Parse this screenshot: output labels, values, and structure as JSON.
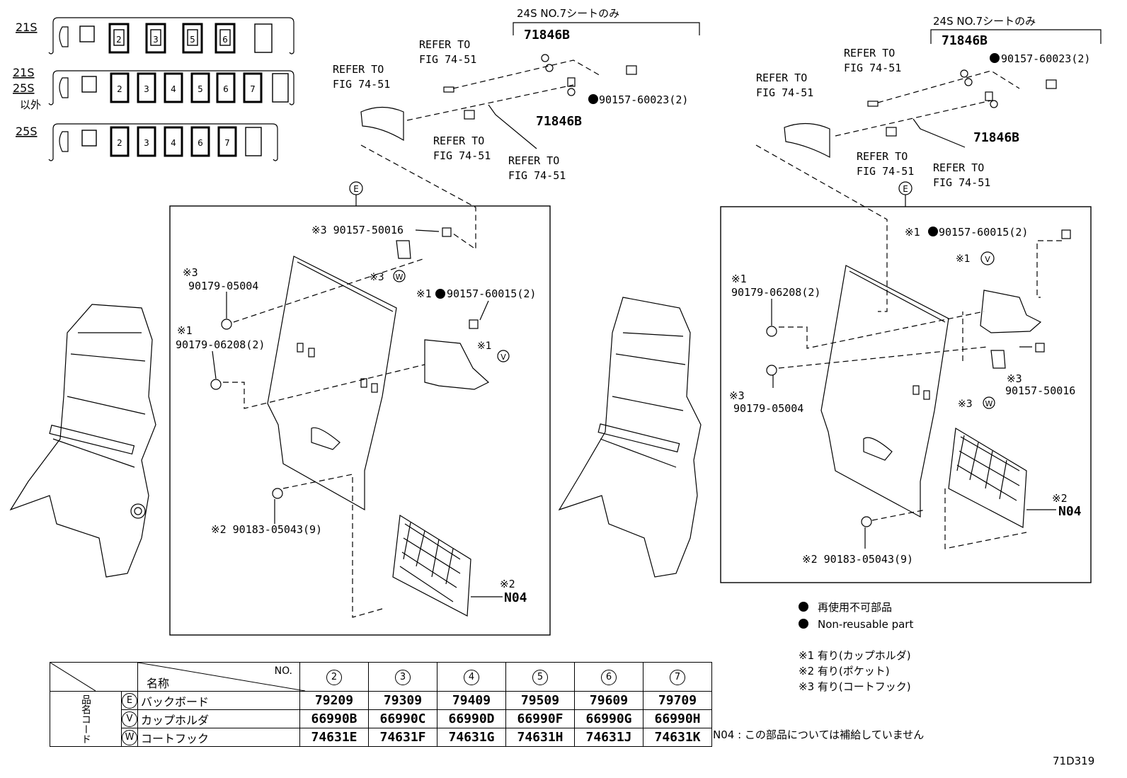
{
  "seat_configs": [
    {
      "label": "21S",
      "seats": [
        "2",
        "3",
        "5",
        "6"
      ]
    },
    {
      "label_line1": "21S",
      "label_line2": "25S",
      "label_line3": "以外",
      "seats": [
        "2",
        "3",
        "4",
        "5",
        "6",
        "7"
      ]
    },
    {
      "label": "25S",
      "seats": [
        "2",
        "3",
        "4",
        "6",
        "7"
      ]
    }
  ],
  "left": {
    "note_24s": "24S NO.7シートのみ",
    "part_71846b_top": "71846B",
    "part_71846b_mid": "71846B",
    "part_90157_60023": "90157-60023(2)",
    "refer_1_l1": "REFER TO",
    "refer_1_l2": "FIG 74-51",
    "refer_2_l1": "REFER TO",
    "refer_2_l2": "FIG 74-51",
    "refer_3_l1": "REFER TO",
    "refer_3_l2": "FIG 74-51",
    "refer_4_l1": "REFER TO",
    "refer_4_l2": "FIG 74-51",
    "label_e": "E",
    "p_90157_50016": "※3 90157-50016",
    "p_90179_05004_note": "※3",
    "p_90179_05004": "90179-05004",
    "w_note": "※3",
    "w_label": "W",
    "p_90157_60015": "※1",
    "p_90157_60015_num": "90157-60015(2)",
    "p_90179_06208_note": "※1",
    "p_90179_06208": "90179-06208(2)",
    "v_note": "※1",
    "v_label": "V",
    "p_90183_05043": "※2 90183-05043(9)",
    "n04_note": "※2",
    "n04": "N04"
  },
  "right": {
    "note_24s": "24S NO.7シートのみ",
    "part_71846b_top": "71846B",
    "part_71846b_mid": "71846B",
    "part_90157_60023": "90157-60023(2)",
    "refer_1_l1": "REFER TO",
    "refer_1_l2": "FIG 74-51",
    "refer_2_l1": "REFER TO",
    "refer_2_l2": "FIG 74-51",
    "refer_3_l1": "REFER TO",
    "refer_3_l2": "FIG 74-51",
    "refer_4_l1": "REFER TO",
    "refer_4_l2": "FIG 74-51",
    "label_e": "E",
    "p_90157_60015_note": "※1",
    "p_90157_60015": "90157-60015(2)",
    "v_note": "※1",
    "v_label": "V",
    "p_90179_06208_note": "※1",
    "p_90179_06208": "90179-06208(2)",
    "p_90179_05004_note": "※3",
    "p_90179_05004": "90179-05004",
    "p_90157_50016_note": "※3",
    "p_90157_50016": "90157-50016",
    "w_note": "※3",
    "w_label": "W",
    "n04_note": "※2",
    "n04": "N04",
    "p_90183_05043": "※2 90183-05043(9)"
  },
  "legend": {
    "non_reusable_jp": "再使用不可部品",
    "non_reusable_en": "Non-reusable part",
    "note1": "※1 有り(カップホルダ)",
    "note2": "※2 有り(ポケット)",
    "note3": "※3 有り(コートフック)",
    "n04_note": "N04 : この部品については補給していません"
  },
  "diagram_id": "71D319",
  "table": {
    "header_name": "名称",
    "header_no": "NO.",
    "side_label": "品名コード",
    "columns": [
      "2",
      "3",
      "4",
      "5",
      "6",
      "7"
    ],
    "rows": [
      {
        "code": "E",
        "name": "バックボード",
        "values": [
          "79209",
          "79309",
          "79409",
          "79509",
          "79609",
          "79709"
        ]
      },
      {
        "code": "V",
        "name": "カップホルダ",
        "values": [
          "66990B",
          "66990C",
          "66990D",
          "66990F",
          "66990G",
          "66990H"
        ]
      },
      {
        "code": "W",
        "name": "コートフック",
        "values": [
          "74631E",
          "74631F",
          "74631G",
          "74631H",
          "74631J",
          "74631K"
        ]
      }
    ]
  }
}
